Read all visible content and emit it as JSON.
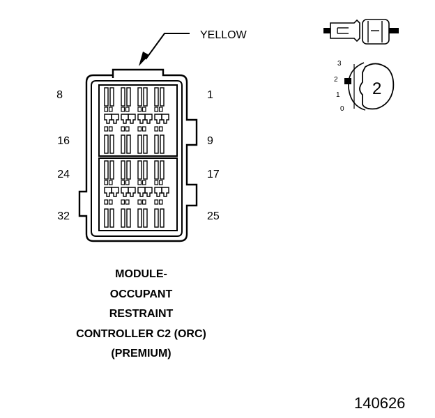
{
  "connector": {
    "color_label": "YELLOW",
    "pin_labels": {
      "top_left": "8",
      "top_right": "1",
      "mid_left": "16",
      "mid_right": "9",
      "lower_left": "24",
      "lower_right": "17",
      "bottom_left": "32",
      "bottom_right": "25"
    }
  },
  "title_lines": [
    "MODULE-",
    "OCCUPANT",
    "RESTRAINT",
    "CONTROLLER C2 (ORC)",
    "(PREMIUM)"
  ],
  "key_icon": {
    "position_numbers": [
      "3",
      "2",
      "1",
      "0"
    ],
    "badge": "2"
  },
  "figure_number": "140626"
}
